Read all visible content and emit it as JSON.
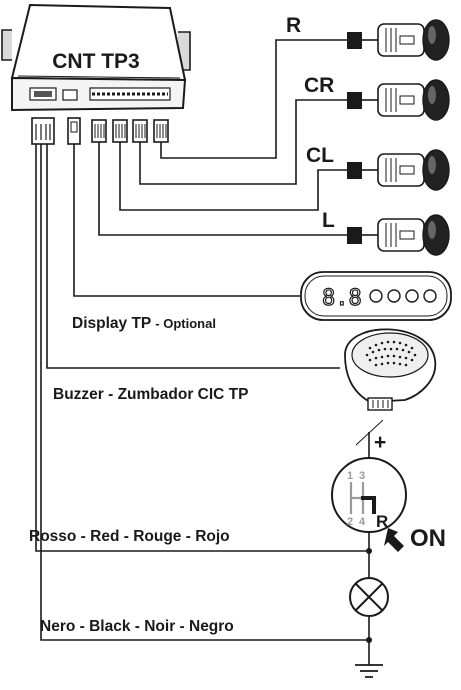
{
  "control_unit": {
    "label": "CNT TP3"
  },
  "sensors": [
    {
      "label": "R"
    },
    {
      "label": "CR"
    },
    {
      "label": "CL"
    },
    {
      "label": "L"
    }
  ],
  "display": {
    "label_main": "Display TP",
    "label_suffix": "- Optional",
    "digits": "8.8"
  },
  "buzzer": {
    "label": "Buzzer - Zumbador CIC TP"
  },
  "gear_switch": {
    "polarity": "+",
    "positions": [
      "1",
      "3",
      "2",
      "4",
      "R"
    ],
    "state_label": "ON"
  },
  "wires": {
    "red_label": "Rosso - Red - Rouge - Rojo",
    "black_label": "Nero - Black - Noir - Negro"
  },
  "colors": {
    "ink": "#1a1a1a",
    "gray": "#9a9a9a",
    "background": "#ffffff"
  }
}
